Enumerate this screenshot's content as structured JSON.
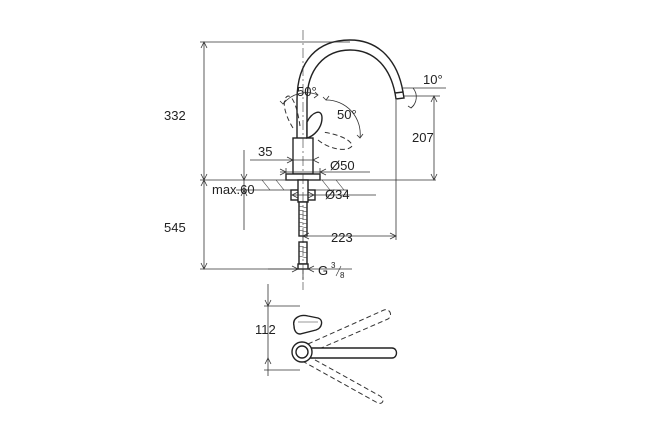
{
  "dimensions": {
    "height_above_base": "332",
    "height_below_base": "545",
    "spout_height": "207",
    "spout_reach": "223",
    "lever_angle_a": "50°",
    "lever_angle_b": "50°",
    "spout_tilt": "10°",
    "body_offset": "35",
    "base_diameter": "Ø50",
    "hole_diameter": "Ø34",
    "max_thickness": "max.60",
    "connection": "G",
    "connection_fraction_num": "3",
    "connection_fraction_den": "8",
    "plan_lever_clearance": "112"
  },
  "icons": [
    "rotation-arrow-icon",
    "dimension-arrow-icon"
  ]
}
